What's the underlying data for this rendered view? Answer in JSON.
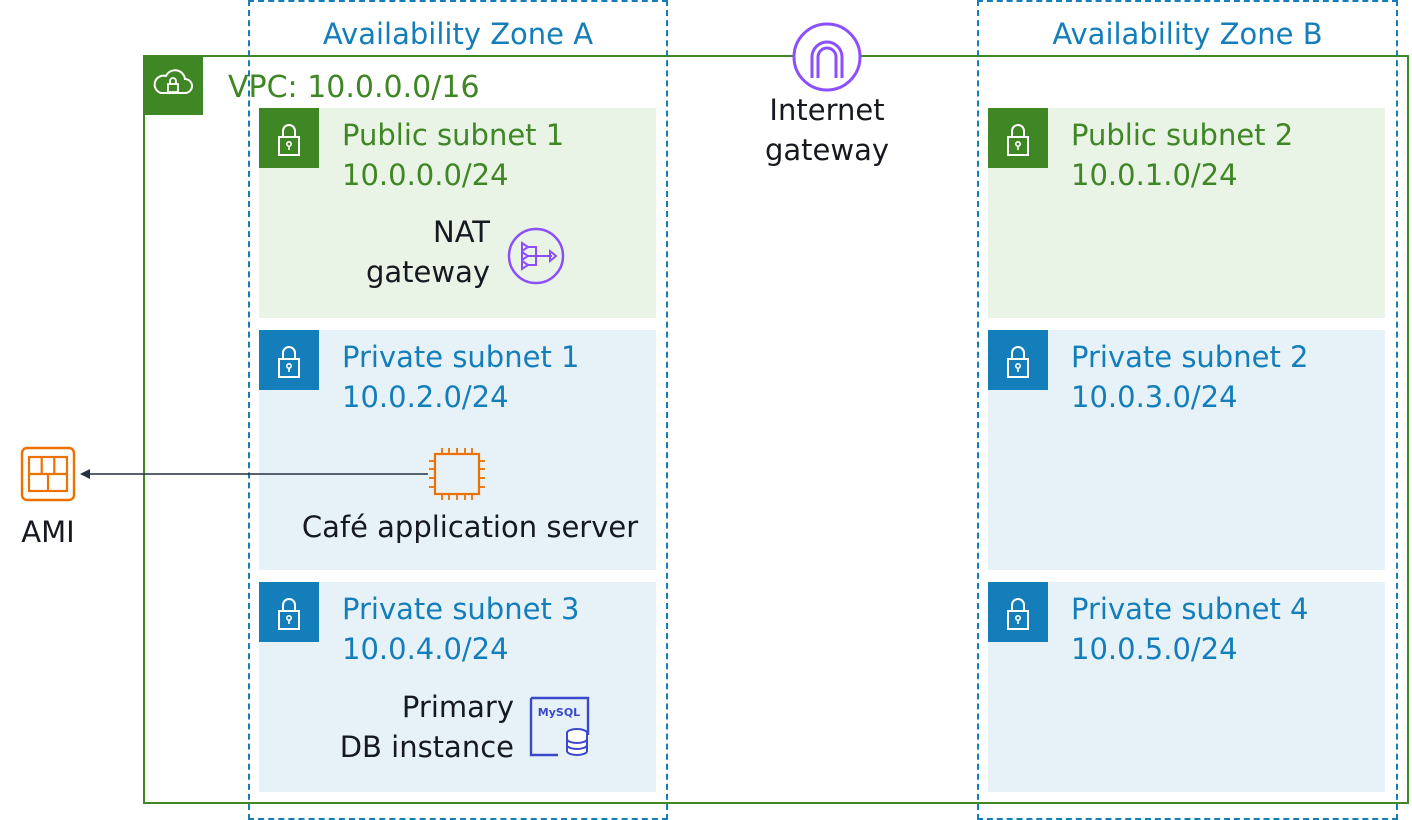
{
  "zones": {
    "a": {
      "label": "Availability Zone A"
    },
    "b": {
      "label": "Availability Zone B"
    }
  },
  "vpc": {
    "label": "VPC: 10.0.0.0/16",
    "icon": "vpc-cloud-lock-icon"
  },
  "internet_gateway": {
    "line1": "Internet",
    "line2": "gateway",
    "icon": "internet-gateway-icon"
  },
  "subnets": {
    "public1": {
      "name": "Public subnet 1",
      "cidr": "10.0.0.0/24"
    },
    "public2": {
      "name": "Public subnet 2",
      "cidr": "10.0.1.0/24"
    },
    "private1": {
      "name": "Private subnet 1",
      "cidr": "10.0.2.0/24"
    },
    "private2": {
      "name": "Private subnet 2",
      "cidr": "10.0.3.0/24"
    },
    "private3": {
      "name": "Private subnet 3",
      "cidr": "10.0.4.0/24"
    },
    "private4": {
      "name": "Private subnet 4",
      "cidr": "10.0.5.0/24"
    }
  },
  "nat_gateway": {
    "line1": "NAT",
    "line2": "gateway",
    "icon": "nat-gateway-icon"
  },
  "app_server": {
    "label": "Café application server",
    "icon": "ec2-instance-icon"
  },
  "db": {
    "line1": "Primary",
    "line2": "DB instance",
    "icon_text": "MySQL",
    "icon": "rds-mysql-icon"
  },
  "ami": {
    "label": "AMI",
    "icon": "ami-icon"
  },
  "colors": {
    "vpc": "#3f8624",
    "subnet_public_bg": "#e9f3e6",
    "subnet_private_bg": "#e6f2f8",
    "az_border": "#147eba",
    "network_icon": "#8c4fff",
    "compute_icon": "#ed7100",
    "database_icon": "#3b48cc"
  }
}
